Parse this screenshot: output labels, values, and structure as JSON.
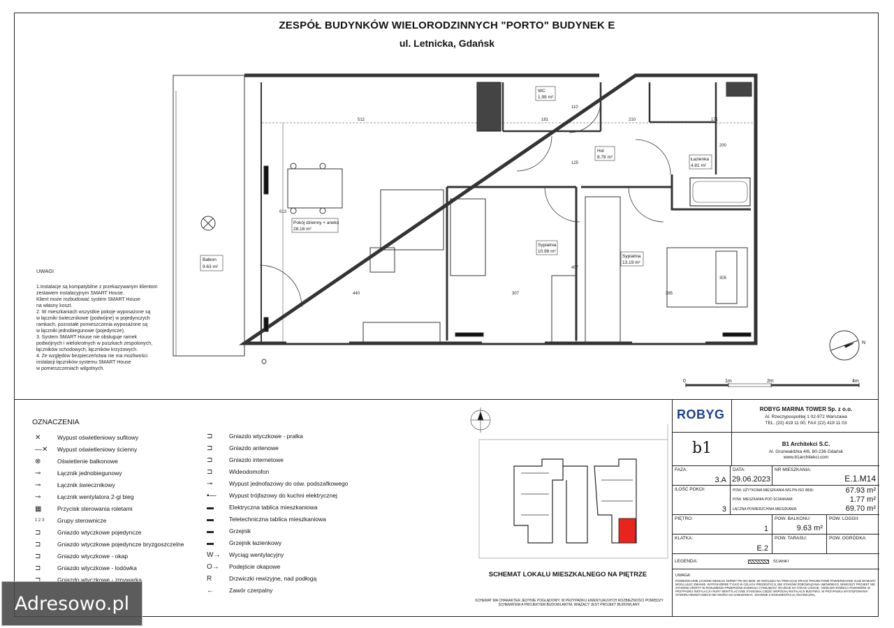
{
  "header": {
    "title": "ZESPÓŁ BUDYNKÓW WIELORODZINNYCH \"PORTO\"    BUDYNEK E",
    "subtitle": "ul. Letnicka, Gdańsk"
  },
  "plan": {
    "rooms": [
      {
        "name": "Balkon",
        "area": "9.63 m²"
      },
      {
        "name": "Pokój dzienny + aneks",
        "area": "28.18 m²"
      },
      {
        "name": "Sypialnia",
        "area": "10.98 m²"
      },
      {
        "name": "Sypialnia",
        "area": "13.19 m²"
      },
      {
        "name": "Hol",
        "area": "8.78 m²"
      },
      {
        "name": "Łazienka",
        "area": "4.81 m²"
      },
      {
        "name": "WC",
        "area": "1.99 m²"
      }
    ],
    "dims": [
      "512",
      "440",
      "307",
      "385",
      "181",
      "171",
      "210",
      "613",
      "407",
      "305",
      "125",
      "110",
      "200"
    ],
    "scale": [
      "0",
      "1m",
      "2m",
      "4m"
    ],
    "north": "N"
  },
  "uwagi": {
    "heading": "UWAGI",
    "lines": [
      "1.Instalacje są kompatybilne z przekazywanym klientom",
      "zestawem instalacyjnym SMART House.",
      "Klient może rozbudować system SMART House",
      "na własny koszt.",
      "2. W mieszkaniach wszystkie pokoje wyposażone są",
      "w łączniki świecznikowe (podwójne) w pojedynczych",
      "ramkach, pozostałe pomieszczenia wyposażone są",
      "w łączniki jednobiegunowe (pojedyncze).",
      "3. System SMART House nie obsługuje ramek",
      "podwójnych i wielokrotnych w puszkach zespolonych,",
      "łączników schodowych, łączników krzyżowych.",
      "4. Ze względów bezpieczeństwa nie ma możliwości",
      "instalacji łączników systemu SMART House",
      "w pomieszczeniach wilgotnych."
    ]
  },
  "legend": {
    "heading": "OZNACZENIA",
    "col1": [
      {
        "sym": "✕",
        "label": "Wypust oświetleniowy sufitowy"
      },
      {
        "sym": "—✕",
        "label": "Wypust oświetleniowy ścienny"
      },
      {
        "sym": "⊗",
        "label": "Oświetlenie balkonowe"
      },
      {
        "sym": "⊸",
        "label": "Łącznik jednobiegunowy"
      },
      {
        "sym": "⊸",
        "label": "Łącznik świecznikowy"
      },
      {
        "sym": "⊸",
        "label": "Łącznik wentylatora 2-gi bieg"
      },
      {
        "sym": "▦",
        "label": "Przycisk sterowania roletami"
      },
      {
        "sym": "1 2 3",
        "label": "Grupy sterownicze"
      },
      {
        "sym": "⊐",
        "label": "Gniazdo wtyczkowe pojedyncze"
      },
      {
        "sym": "⊐",
        "label": "Gniazdo wtyczkowe pojedyncze bryzgoszczelne"
      },
      {
        "sym": "⊐",
        "label": "Gniazdo wtyczkowe - okap"
      },
      {
        "sym": "⊐",
        "label": "Gniazdo wtyczkowe - lodówka"
      },
      {
        "sym": "⊐",
        "label": "Gniazdo wtyczkowe - zmywarka"
      }
    ],
    "col2": [
      {
        "sym": "⊐",
        "label": "Gniazdo wtyczkowe - pralka"
      },
      {
        "sym": "⊐",
        "label": "Gniazdo antenowe"
      },
      {
        "sym": "⊐",
        "label": "Gniazdo internetowe"
      },
      {
        "sym": "⊐",
        "label": "Wideodomofon"
      },
      {
        "sym": "⊸",
        "label": "Wypust jednofazowy do ośw. podszafkowego"
      },
      {
        "sym": "▪—",
        "label": "Wypust trójfazowy do kuchni elektrycznej"
      },
      {
        "sym": "▬",
        "label": "Elektryczna tablica mieszkaniowa"
      },
      {
        "sym": "▬",
        "label": "Teletechniczna tablica mieszkaniowa"
      },
      {
        "sym": "▬",
        "label": "Grzejnik"
      },
      {
        "sym": "▬",
        "label": "Grzejnik łazienkowy"
      },
      {
        "sym": "W→",
        "label": "Wyciąg wentylacyjny"
      },
      {
        "sym": "O→",
        "label": "Podejście okapowe"
      },
      {
        "sym": "R",
        "label": "Drzwiczki rewizyjne, nad podłogą"
      },
      {
        "sym": "←",
        "label": "Zawór czerpalny"
      }
    ]
  },
  "schemat": {
    "caption": "SCHEMAT LOKALU MIESZKALNEGO NA PIĘTRZE",
    "disclaimer": "SCHEMAT MA CHARAKTER JEDYNIE POGLĄDOWY. W PRZYPADKU EWENTUALNYCH ROZBIEŻNOŚCI POMIĘDZY SCHEMATEM A PROJEKTEM BUDOWLANYM, WIĄŻĄCY JEST PROJEKT BUDOWLANY.",
    "highlight_color": "#e8241d"
  },
  "titleblock": {
    "brand": "ROBYG",
    "brand_color": "#1f3f8f",
    "company": "ROBYG MARINA TOWER Sp. z o.o.",
    "company_addr": "Al. Rzeczypospolitej 1 02-972 Warszawa",
    "company_tel": "TEL. (22) 419 11 00, FAX (22) 419 11 03",
    "arch": "B1 Architekci S.C.",
    "arch_addr": "Al. Grunwaldzka 4/6, 80-236 Gdańsk",
    "arch_www": "www.b1architekci.com",
    "faza_label": "FAZA:",
    "faza": "3.A",
    "data_label": "DATA:",
    "data": "29.06.2023",
    "nr_label": "NR MIESZKANIA:",
    "nr": "E.1.M14",
    "pokoje_label": "ILOŚĆ POKOI:",
    "pokoje": "3",
    "pu_label": "POW. UŻYTKOWA MIESZKANIA WG PN-ISO 9836:",
    "pu": "67.93 m²",
    "ps_label": "POW. MIESZKANIA POD SCIANKAMI:",
    "ps": "1.77 m²",
    "pl_label": "ŁĄCZNA POWIERZCHNIA MIESZKANIA:",
    "pl": "69.70 m²",
    "pietro_label": "PIĘTRO:",
    "pietro": "1",
    "balkon_label": "POW. BALKONU:",
    "balkon": "9.63 m²",
    "loggia_label": "POW. LOGGII:",
    "klatka_label": "KLATKA:",
    "klatka": "E.2",
    "taras_label": "POW. TARASU:",
    "ogrodek_label": "POW. OGRÓDKA:",
    "legenda_label": "LEGENDA:",
    "legenda_sym": "ŚCIANKI",
    "uwaga_label": "UWAGA:",
    "uwaga_text": "POWIERZCHNIE LICZONE WEDŁUG NORMY PN-ISO 9836. ZE WZGLĘDU NA TRWAJĄCE PRACE PROJEKTOWE POWIERZCHNIE I/LUB WYMIARY MOGĄ ULEC ZMIANIE. WYPOSAŻENIE TYLKO W CELACH PREZENTACJI, NIE STANOWI ZOBOWIĄZANIA UMOWNEGO. NINIEJSZY PROJEKT NIE STANOWI OFERTY W ROZUMIENIU PRZEPISÓW KODEKSU CYWILNEGO. WYJŚCIE NA TARAS/ LOGGIĘ - MOŻLIWA RÓŻNICA POZIOMÓW. W PRZYPADKU INSTALACJI I RURY WENTYLACYJNE STANOWIĄ CZĘŚĆ WSPÓLNĄ INSTALACJI BUDYNKU. W PRZYPADKU WYSTĘPOWANIA OTWORU REWIZYJNEGO NIE MOŻNA GO ZABUDOWAĆ. ZGODNIE Z DOKUMENTACJĄ TECHNICZNĄ."
  },
  "watermark": "Adresowo.pl"
}
